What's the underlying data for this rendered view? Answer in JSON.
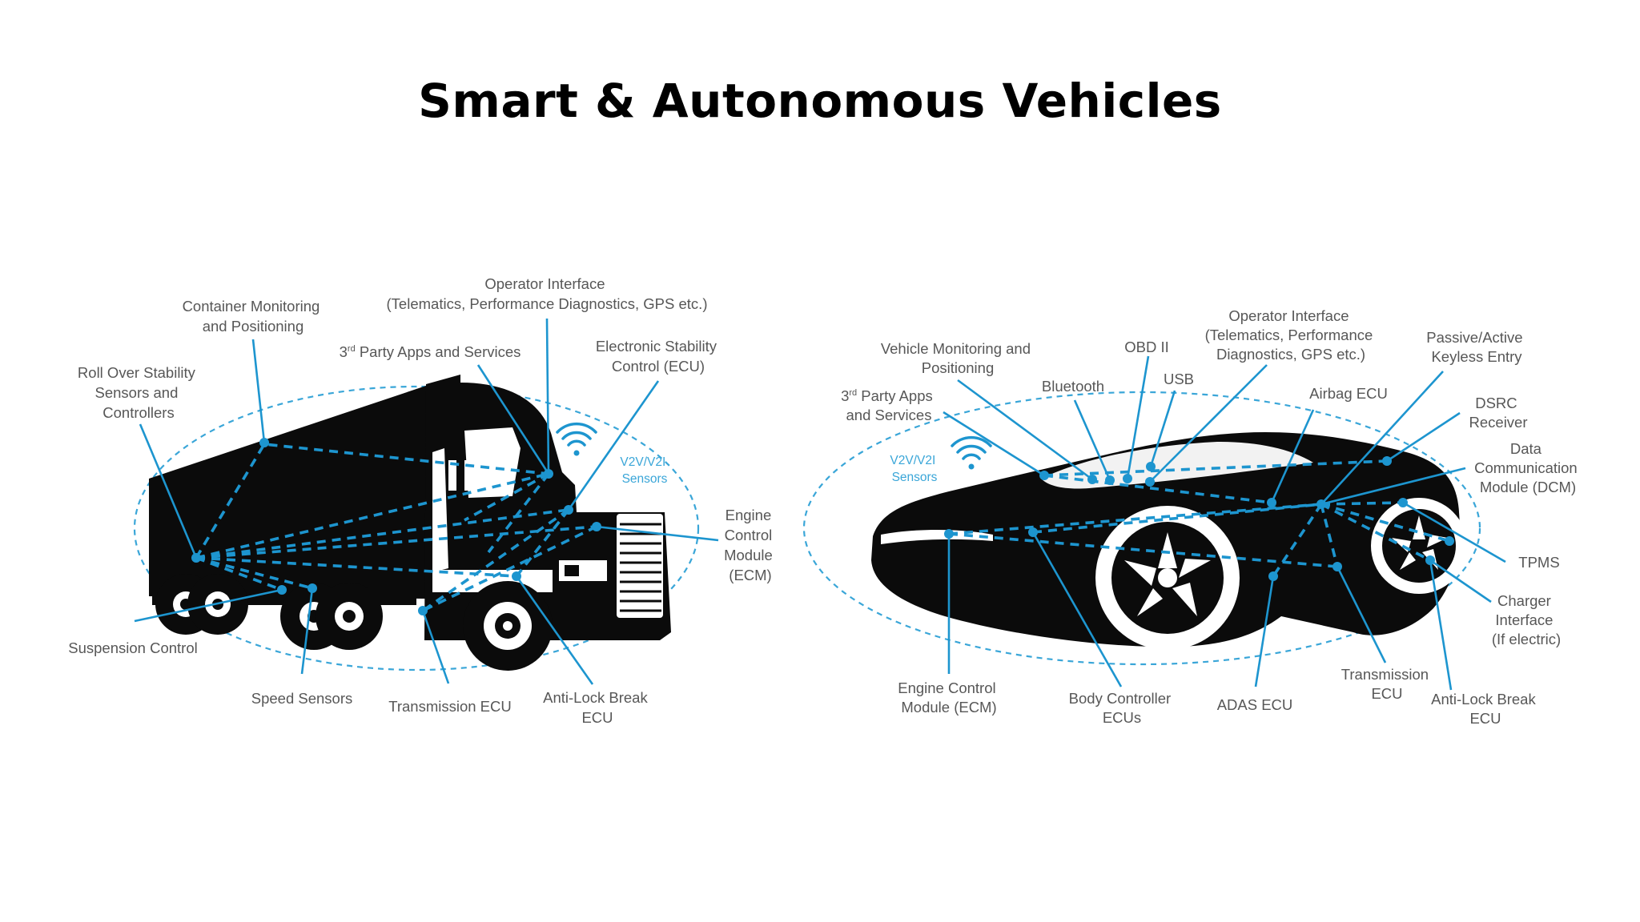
{
  "title": "Smart & Autonomous Vehicles",
  "truck": {
    "labels": {
      "container_monitoring": [
        "Container Monitoring",
        "and Positioning"
      ],
      "operator_interface": [
        "Operator Interface",
        "(Telematics, Performance Diagnostics, GPS etc.)"
      ],
      "third_party": {
        "pre": "3",
        "sup": "rd",
        "post": " Party Apps and Services"
      },
      "esc": [
        "Electronic Stability",
        "Control (ECU)"
      ],
      "roll_over": [
        "Roll Over Stability",
        "Sensors and",
        "Controllers"
      ],
      "v2v": [
        "V2V/V2I",
        "Sensors"
      ],
      "ecm": [
        "Engine",
        "Control",
        "Module",
        "(ECM)"
      ],
      "suspension": "Suspension Control",
      "speed": "Speed Sensors",
      "transmission": "Transmission ECU",
      "abs": [
        "Anti-Lock Break",
        "ECU"
      ]
    }
  },
  "car": {
    "labels": {
      "vehicle_monitoring": [
        "Vehicle Monitoring and",
        "Positioning"
      ],
      "obd": "OBD II",
      "operator_interface": [
        "Operator Interface",
        "(Telematics, Performance",
        "Diagnostics, GPS etc.)"
      ],
      "keyless": [
        "Passive/Active",
        "Keyless Entry"
      ],
      "usb": "USB",
      "bluetooth": "Bluetooth",
      "third_party": {
        "pre": "3",
        "sup": "rd",
        "post": " Party Apps",
        "line2": "and Services"
      },
      "airbag": "Airbag ECU",
      "dsrc": [
        "DSRC",
        "Receiver"
      ],
      "dcm": [
        "Data",
        "Communication",
        "Module (DCM)"
      ],
      "v2v": [
        "V2V/V2I",
        "Sensors"
      ],
      "tpms": "TPMS",
      "charger": [
        "Charger",
        "Interface",
        "(If electric)"
      ],
      "ecm": [
        "Engine Control",
        "Module (ECM)"
      ],
      "body": [
        "Body Controller",
        "ECUs"
      ],
      "adas": "ADAS ECU",
      "transmission": [
        "Transmission",
        "ECU"
      ],
      "abs": [
        "Anti-Lock Break",
        "ECU"
      ]
    }
  }
}
